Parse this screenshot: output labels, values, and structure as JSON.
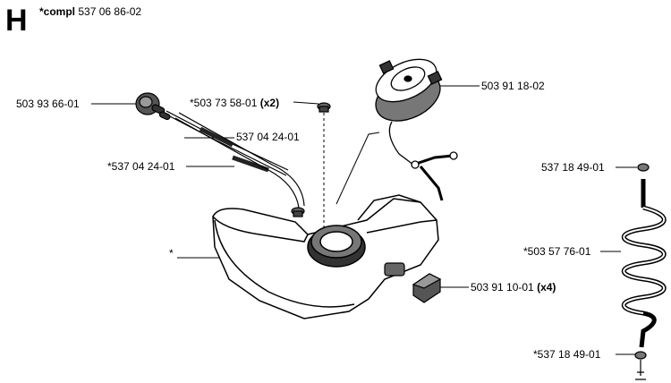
{
  "section_letter": "H",
  "assembly": {
    "prefix": "*compl",
    "number": "537 06 86-02"
  },
  "labels": {
    "breather_valve": "503 93 66-01",
    "hose_upper": "537 04 24-01",
    "hose_lower": "*537 04 24-01",
    "grommet": "*503 73 58-01",
    "grommet_qty": "(x2)",
    "tank_cap": "503 91 18-02",
    "fuel_tank": "*",
    "damper": "503 91 10-01",
    "damper_qty": "(x4)",
    "clamp_top": "537 18 49-01",
    "coil_hose": "*503 57 76-01",
    "clamp_bottom": "*537 18 49-01"
  }
}
